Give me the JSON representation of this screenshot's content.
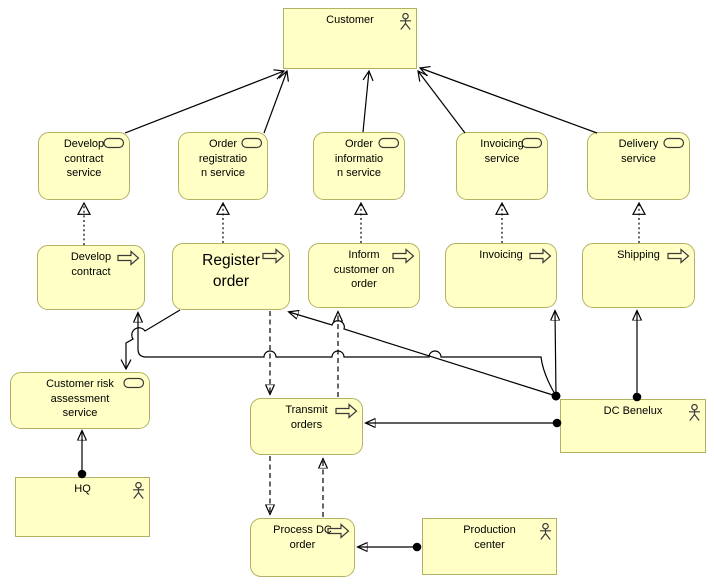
{
  "diagram": {
    "kind": "archimate-business-process-view",
    "colors": {
      "node_fill": "#ffffc6",
      "node_border": "#b2b264",
      "edge": "#000000",
      "background": "#ffffff"
    },
    "icons": {
      "business_actor": "stick-figure-icon",
      "business_service": "rounded-rectangle-icon",
      "business_process": "open-arrow-icon"
    },
    "nodes": {
      "customer": {
        "label": "Customer",
        "type": "business-actor"
      },
      "develop_contract_service": {
        "label": "Develop\ncontract\nservice",
        "type": "business-service"
      },
      "order_registration_service": {
        "label": "Order\nregistratio\nn service",
        "type": "business-service"
      },
      "order_information_service": {
        "label": "Order\ninformatio\nn service",
        "type": "business-service"
      },
      "invoicing_service": {
        "label": "Invoicing\nservice",
        "type": "business-service"
      },
      "delivery_service": {
        "label": "Delivery\nservice",
        "type": "business-service"
      },
      "develop_contract": {
        "label": "Develop\ncontract",
        "type": "business-process"
      },
      "register_order": {
        "label": "Register\norder",
        "type": "business-process"
      },
      "inform_customer_on_order": {
        "label": "Inform\ncustomer on\norder",
        "type": "business-process"
      },
      "invoicing": {
        "label": "Invoicing",
        "type": "business-process"
      },
      "shipping": {
        "label": "Shipping",
        "type": "business-process"
      },
      "customer_risk_assessment_service": {
        "label": "Customer risk\nassessment\nservice",
        "type": "business-service"
      },
      "transmit_orders": {
        "label": "Transmit\norders",
        "type": "business-process"
      },
      "dc_benelux": {
        "label": "DC Benelux",
        "type": "business-actor"
      },
      "hq": {
        "label": "HQ",
        "type": "business-actor"
      },
      "process_dc_order": {
        "label": "Process DC\norder",
        "type": "business-process"
      },
      "production_center": {
        "label": "Production\ncenter",
        "type": "business-actor"
      }
    },
    "relationships": [
      {
        "type": "serving",
        "from": "develop_contract_service",
        "to": "customer"
      },
      {
        "type": "serving",
        "from": "order_registration_service",
        "to": "customer"
      },
      {
        "type": "serving",
        "from": "order_information_service",
        "to": "customer"
      },
      {
        "type": "serving",
        "from": "invoicing_service",
        "to": "customer"
      },
      {
        "type": "serving",
        "from": "delivery_service",
        "to": "customer"
      },
      {
        "type": "realization",
        "from": "develop_contract",
        "to": "develop_contract_service"
      },
      {
        "type": "realization",
        "from": "register_order",
        "to": "order_registration_service"
      },
      {
        "type": "realization",
        "from": "inform_customer_on_order",
        "to": "order_information_service"
      },
      {
        "type": "realization",
        "from": "invoicing",
        "to": "invoicing_service"
      },
      {
        "type": "realization",
        "from": "shipping",
        "to": "delivery_service"
      },
      {
        "type": "serving",
        "from": "register_order",
        "to": "customer_risk_assessment_service"
      },
      {
        "type": "assignment",
        "from": "hq",
        "to": "customer_risk_assessment_service"
      },
      {
        "type": "assignment",
        "from": "dc_benelux",
        "to": "develop_contract"
      },
      {
        "type": "assignment",
        "from": "dc_benelux",
        "to": "register_order"
      },
      {
        "type": "assignment",
        "from": "dc_benelux",
        "to": "invoicing"
      },
      {
        "type": "assignment",
        "from": "dc_benelux",
        "to": "shipping"
      },
      {
        "type": "assignment",
        "from": "dc_benelux",
        "to": "transmit_orders"
      },
      {
        "type": "assignment",
        "from": "production_center",
        "to": "process_dc_order"
      },
      {
        "type": "flow",
        "from": "register_order",
        "to": "transmit_orders"
      },
      {
        "type": "flow",
        "from": "transmit_orders",
        "to": "inform_customer_on_order"
      },
      {
        "type": "flow",
        "from": "transmit_orders",
        "to": "process_dc_order"
      },
      {
        "type": "flow",
        "from": "process_dc_order",
        "to": "transmit_orders"
      }
    ]
  }
}
